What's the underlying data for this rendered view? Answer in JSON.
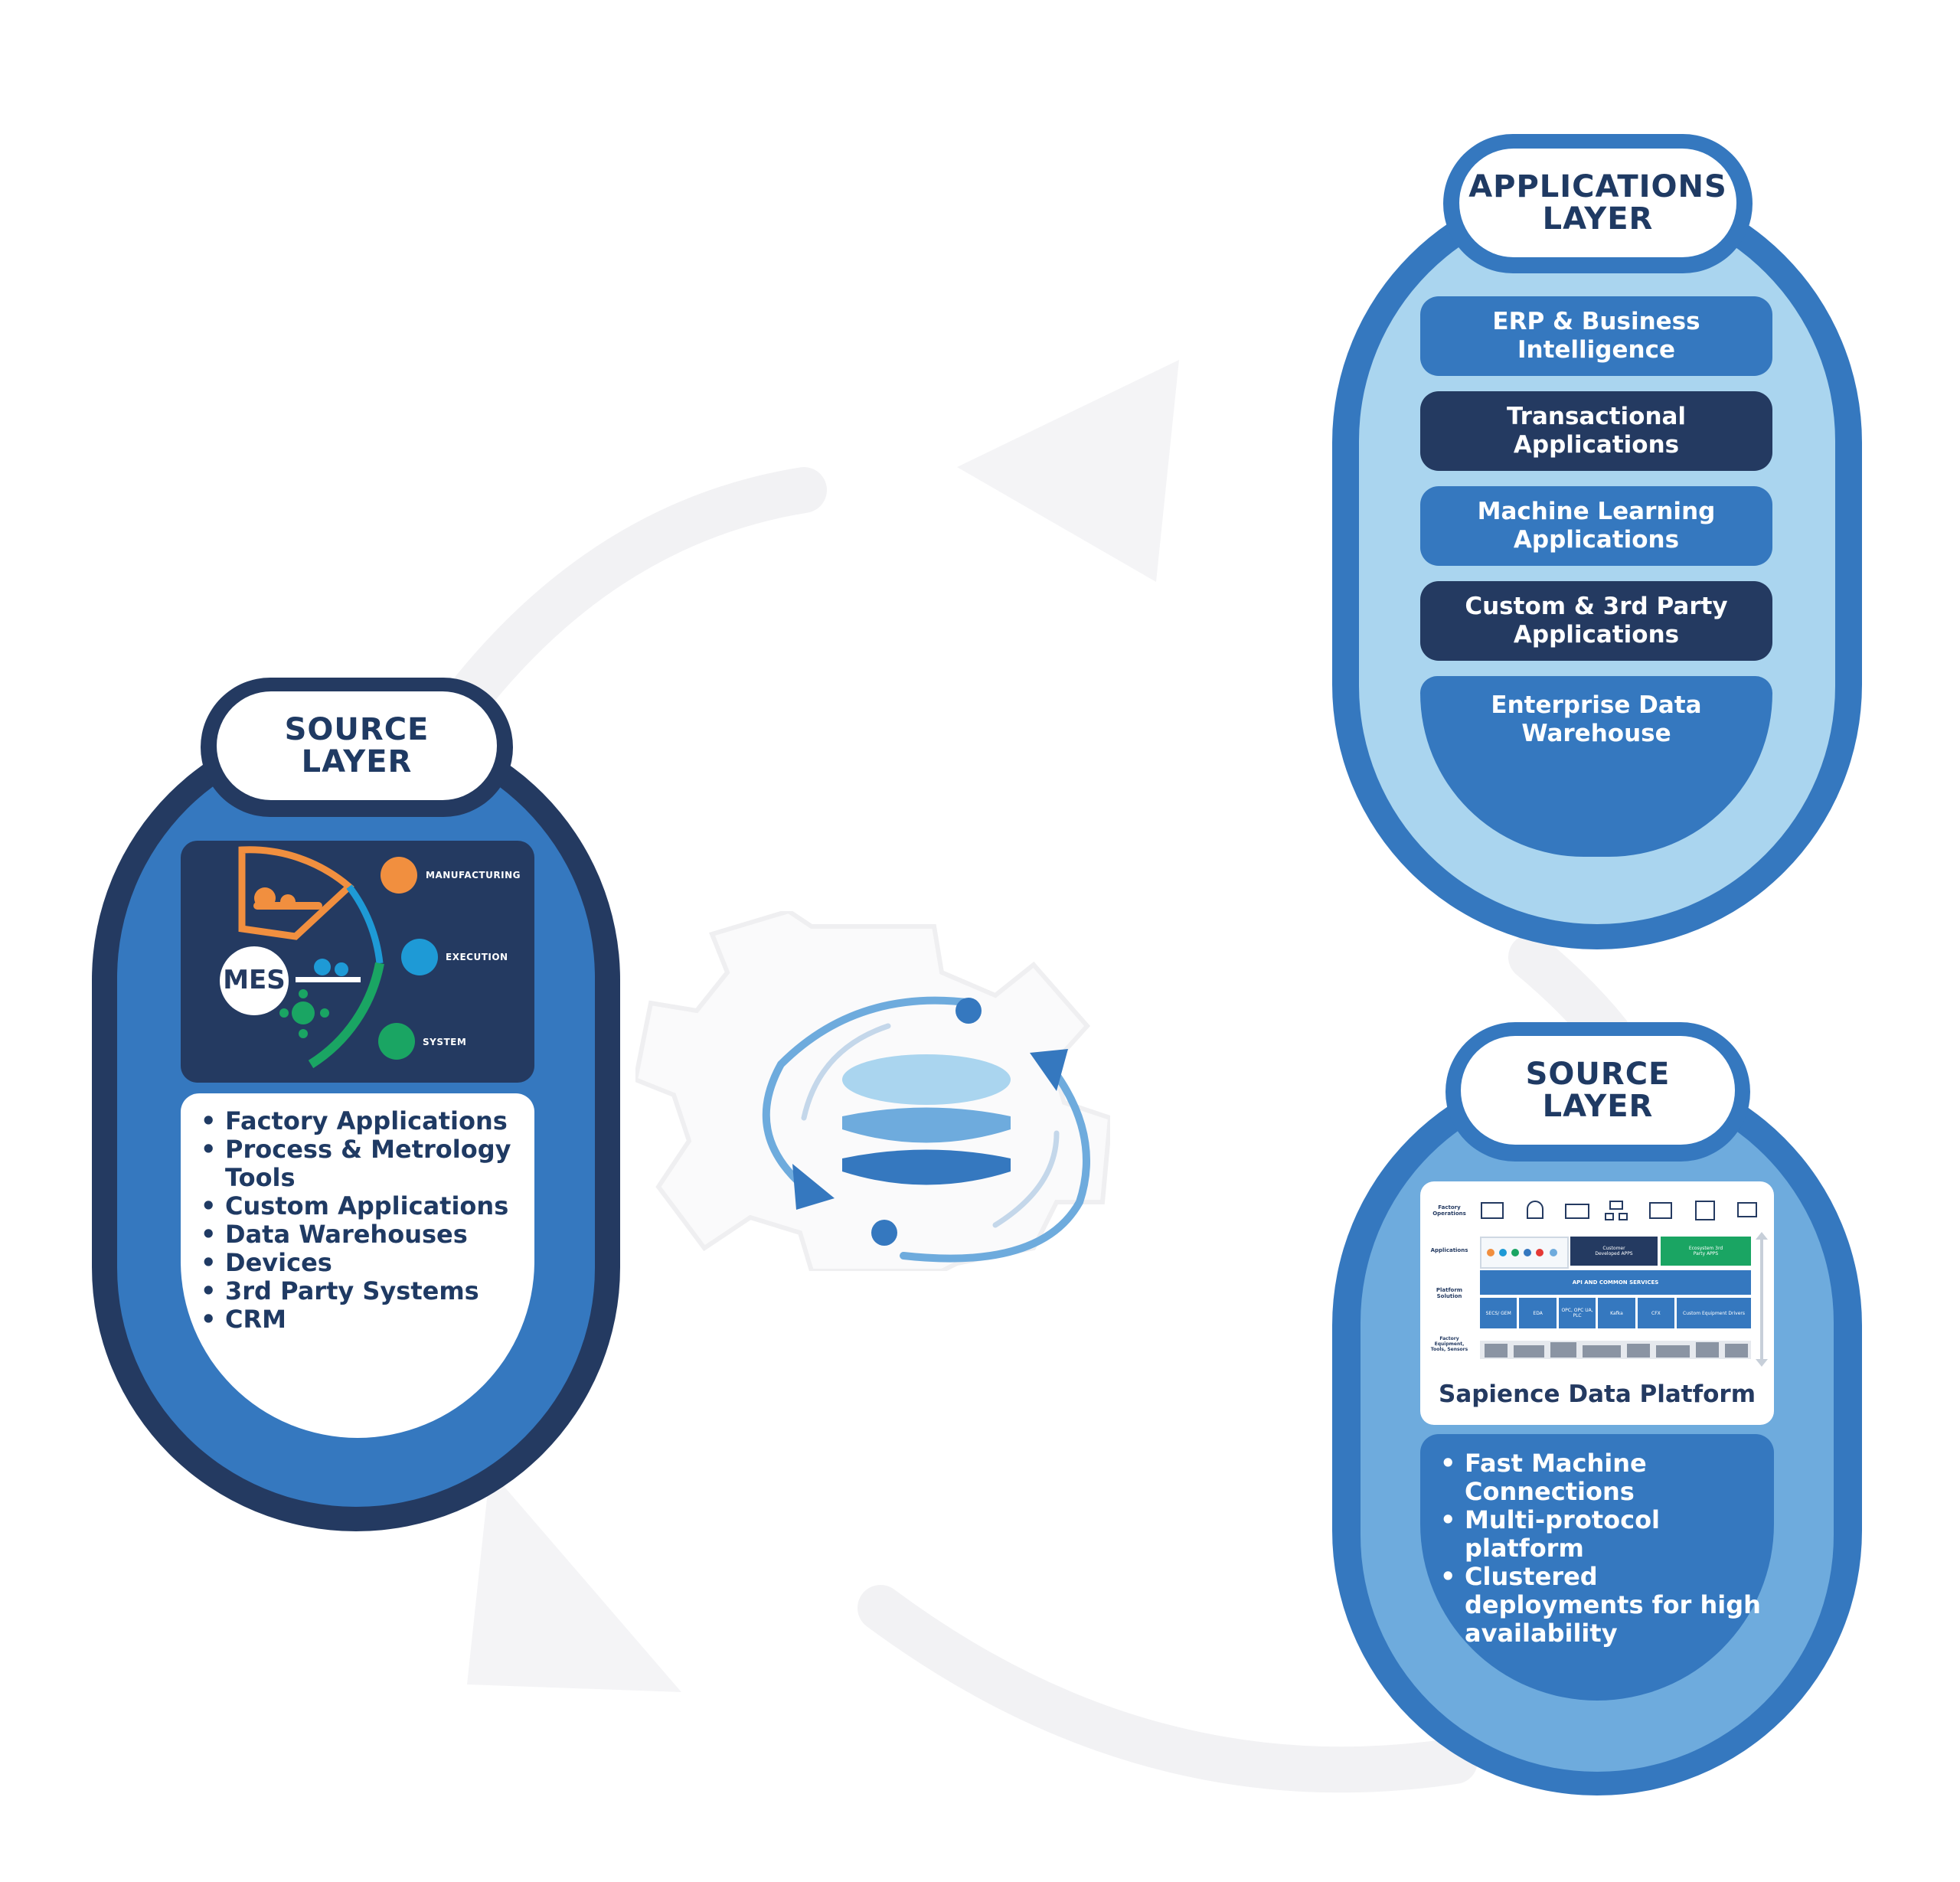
{
  "source_layer_left": {
    "title_line1": "SOURCE",
    "title_line2": "LAYER",
    "mes_label": "MES",
    "mes_items": [
      "MANUFACTURING",
      "EXECUTION",
      "SYSTEM"
    ],
    "items": [
      "Factory Applications",
      "Process & Metrology Tools",
      "Custom Applications",
      "Data Warehouses",
      "Devices",
      "3rd Party Systems",
      "CRM"
    ]
  },
  "applications_layer": {
    "title_line1": "APPLICATIONS",
    "title_line2": "LAYER",
    "items": [
      {
        "line1": "ERP & Business",
        "line2": "Intelligence"
      },
      {
        "line1": "Transactional",
        "line2": "Applications"
      },
      {
        "line1": "Machine Learning",
        "line2": "Applications"
      },
      {
        "line1": "Custom & 3rd Party",
        "line2": "Applications"
      },
      {
        "line1": "Enterprise Data",
        "line2": "Warehouse"
      }
    ]
  },
  "source_layer_right": {
    "title_line1": "SOURCE",
    "title_line2": "LAYER",
    "platform_caption": "Sapience Data Platform",
    "platform_rows": {
      "factory_operations": "Factory Operations",
      "applications": "Applications",
      "platform_solution": "Platform Solution",
      "factory_equipment": "Factory Equipment, Tools, Sensors"
    },
    "platform_boxes": {
      "customer_apps": "Customer Developed APPS",
      "ecosystem_apps": "Ecosystem 3rd Party APPS",
      "api": "API AND COMMON SERVICES",
      "drivers": [
        "SECS/ GEM",
        "EDA",
        "OPC, OPC UA, PLC",
        "Kafka",
        "CFX",
        "Custom Equipment Drivers"
      ]
    },
    "items": [
      "Fast Machine Connections",
      "Multi-protocol platform",
      "Clustered deployments for high availability"
    ]
  },
  "colors": {
    "navy": "#243a61",
    "blue": "#3578bf",
    "light_blue": "#aad5ef",
    "mid_blue": "#6eabdd",
    "orange": "#f18f3f",
    "cyan": "#1e9ad6",
    "green": "#1aa563"
  },
  "icons": [
    "database-icon",
    "circular-arrows-icon",
    "gear-icon",
    "cycle-arrow-icon"
  ]
}
